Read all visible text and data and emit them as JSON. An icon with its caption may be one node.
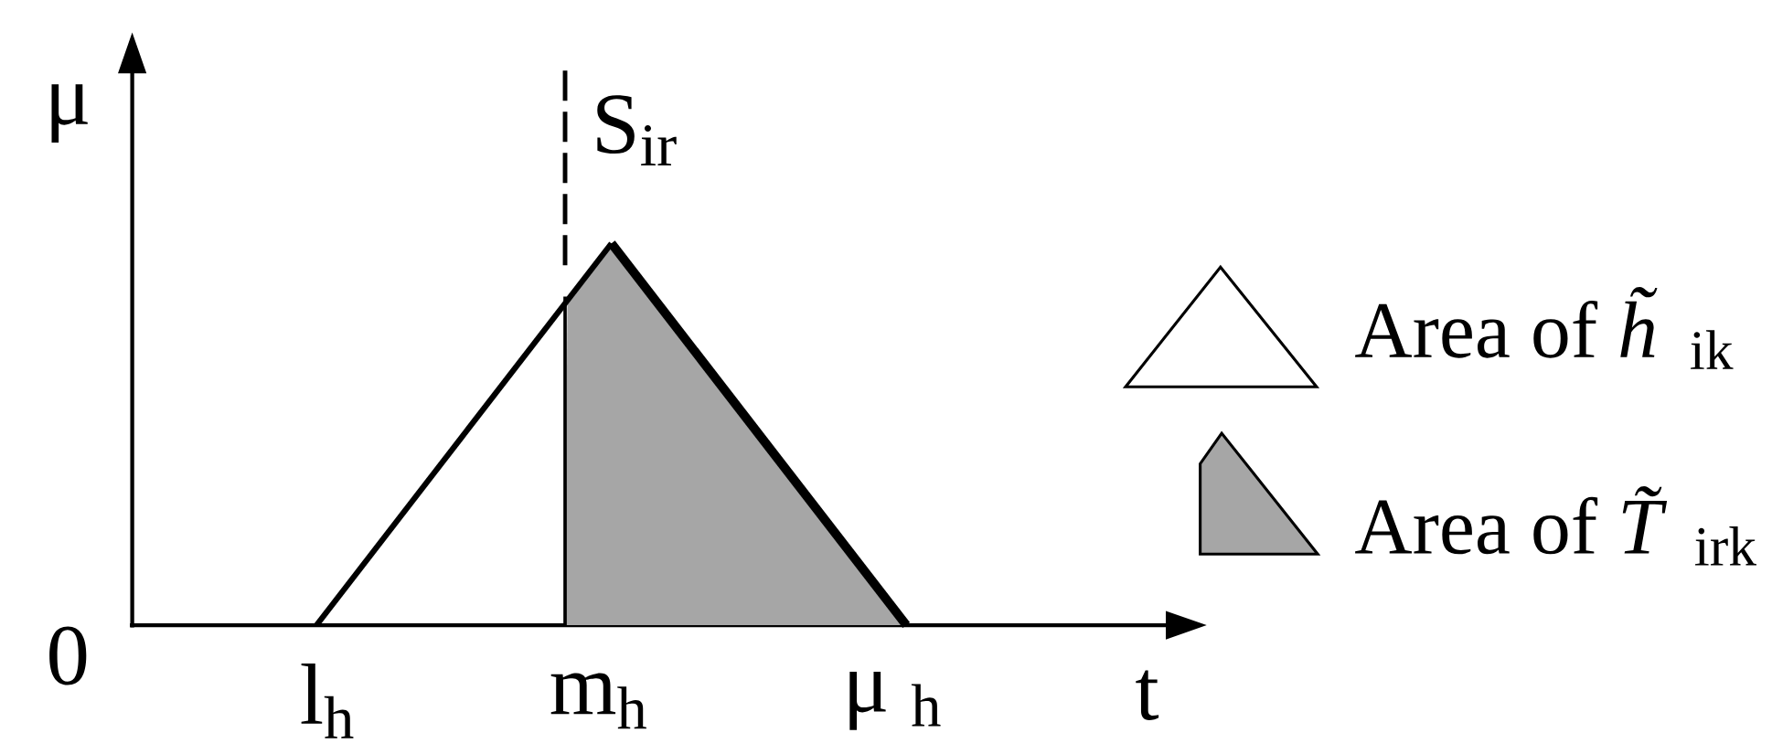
{
  "diagram": {
    "labels": [
      "μ",
      "S$_{ir}$",
      "0",
      "l$_{h}$",
      "m$_{h}$",
      "μ $_{h}$",
      "t"
    ],
    "legend": [
      {
        "text": "Area of *h̃*$_{ik}$"
      },
      {
        "text": "Area of *T̃*$_{irk}$"
      }
    ]
  }
}
